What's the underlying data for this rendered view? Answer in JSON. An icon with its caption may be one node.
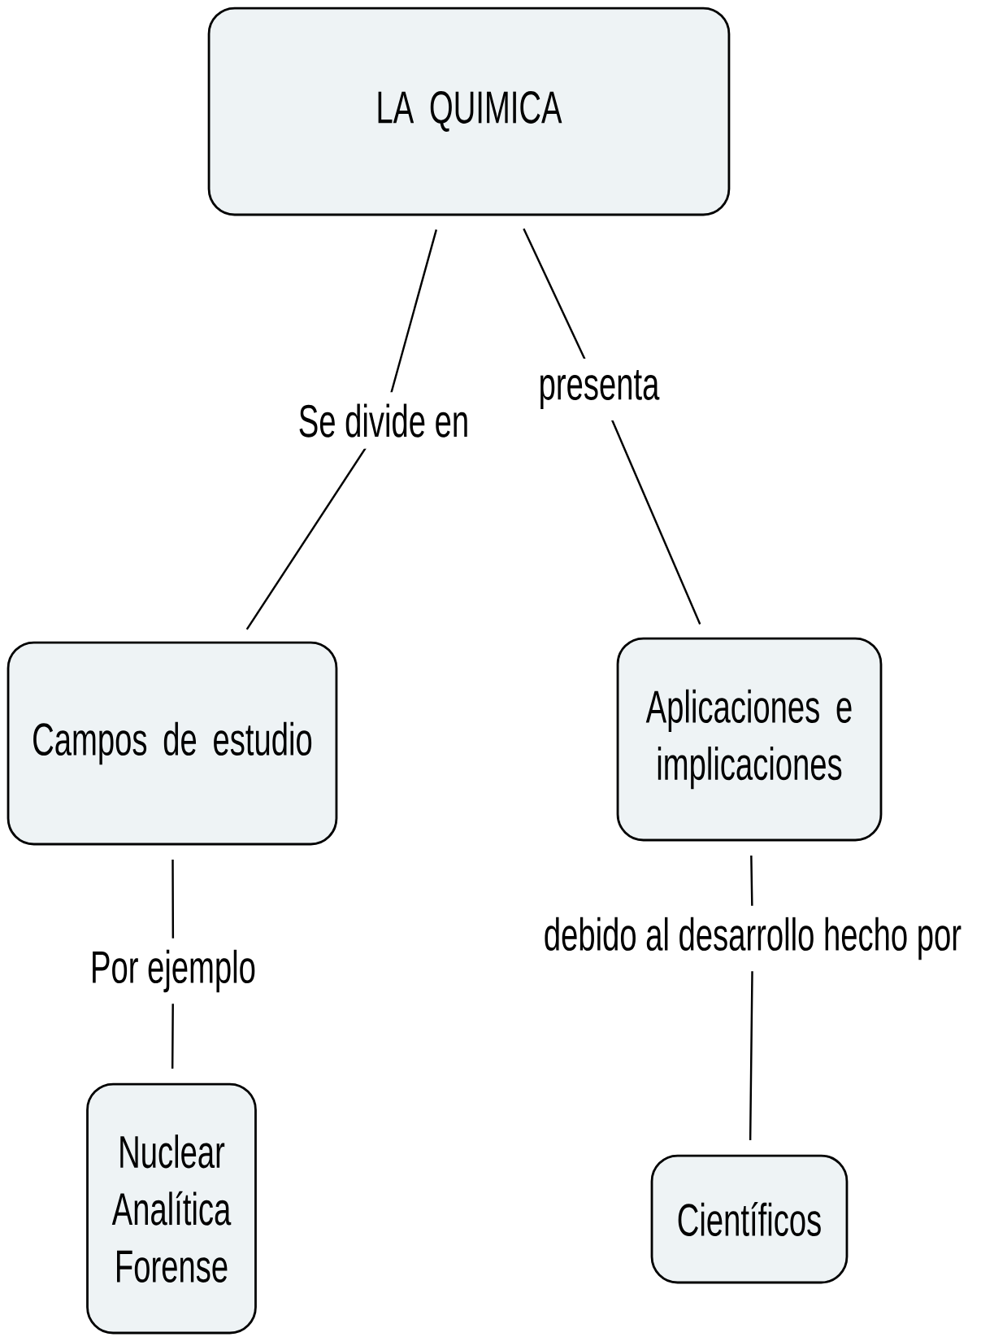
{
  "diagram": {
    "nodes": [
      {
        "text": [
          "LA QUIMICA"
        ]
      },
      {
        "text": [
          "Campos de estudio"
        ]
      },
      {
        "text": [
          "Aplicaciones e implicaciones"
        ]
      },
      {
        "text": [
          "Nuclear Analítica Forense"
        ]
      },
      {
        "text": [
          "Científicos"
        ]
      }
    ],
    "edges": [
      {
        "from": 0,
        "to": 1,
        "arrow": "none",
        "label": "Se divide en"
      },
      {
        "from": 0,
        "to": 2,
        "arrow": "none",
        "label": "presenta"
      },
      {
        "from": 1,
        "to": 3,
        "arrow": "none",
        "label": "Por ejemplo"
      },
      {
        "from": 2,
        "to": 4,
        "arrow": "none",
        "label": "debido al desarrollo hecho por"
      }
    ]
  }
}
